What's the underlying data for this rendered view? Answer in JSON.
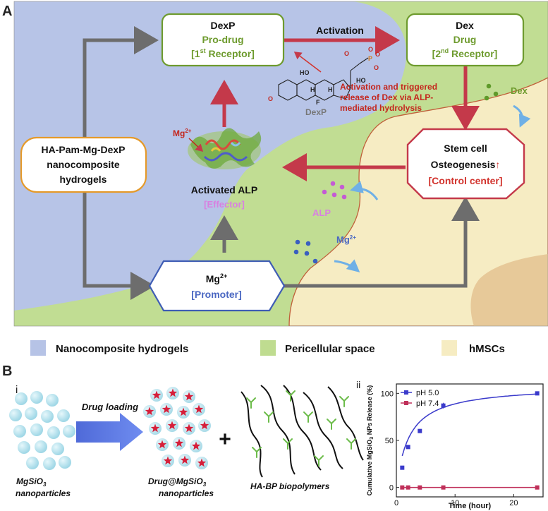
{
  "panelA": {
    "label": "A",
    "dexp_box": {
      "title": "DexP",
      "subtitle": "Pro-drug",
      "role_pre": "[1",
      "role_sup": "st",
      "role_post": " Receptor]"
    },
    "dex_box": {
      "title": "Dex",
      "subtitle": "Drug",
      "role_pre": "[2",
      "role_sup": "nd",
      "role_post": " Receptor]"
    },
    "activation_label": "Activation",
    "hydrogel_box": {
      "line1": "HA-Pam-Mg-DexP",
      "line2": "nanocomposite",
      "line3": "hydrogels"
    },
    "stem_box": {
      "line1": "Stem cell",
      "line2": "Osteogenesis",
      "arrow_glyph": "↑",
      "line3": "[Control center]"
    },
    "mg_box": {
      "title": "Mg",
      "title_sup": "2+",
      "role": "[Promoter]"
    },
    "activated_alp": "Activated ALP",
    "effector": "[Effector]",
    "mg_label_top": "Mg",
    "mg_label_top_sup": "2+",
    "mg_label_right": "Mg",
    "mg_label_right_sup": "2+",
    "alp_label": "ALP",
    "dex_label": "Dex",
    "dexp_mol_label": "DexP",
    "annotation": [
      "Activation and triggered",
      "release of Dex via ALP-",
      "mediated hydrolysis"
    ],
    "molecule_atoms": [
      "HO",
      "HO",
      "O",
      "O",
      "P",
      "O",
      "O",
      "O",
      "F",
      "H",
      "H"
    ]
  },
  "legend": [
    {
      "label": "Nanocomposite hydrogels",
      "color": "#b6c3e6"
    },
    {
      "label": "Pericellular space",
      "color": "#bfdc90"
    },
    {
      "label": "hMSCs",
      "color": "#f6ecc2"
    }
  ],
  "panelB": {
    "label": "B",
    "sub_i": "i",
    "sub_ii": "ii",
    "drug_loading": "Drug loading",
    "mgsio3_caption": [
      "MgSiO",
      "3",
      "nanoparticles"
    ],
    "drug_caption": [
      "Drug@MgSiO",
      "3",
      "nanoparticles"
    ],
    "plus": "+",
    "habp_caption": "HA-BP biopolymers"
  },
  "chart_data": {
    "type": "line",
    "ylabel_pre": "Cumulative MgSiO",
    "ylabel_sub": "3",
    "ylabel_post": " NPs Release (%)",
    "xlabel": "Time (hour)",
    "xlim": [
      0,
      25
    ],
    "ylim": [
      -10,
      110
    ],
    "xticks": [
      0,
      10,
      20
    ],
    "yticks": [
      0,
      50,
      100
    ],
    "grid": false,
    "legend_position": "top-left",
    "series": [
      {
        "name": "pH 5.0",
        "color": "#3a3acb",
        "marker": "square",
        "x": [
          1,
          2,
          4,
          8,
          24
        ],
        "y": [
          21,
          43,
          60,
          87,
          100
        ],
        "error": [
          2,
          2,
          2,
          3,
          1
        ]
      },
      {
        "name": "pH 7.4",
        "color": "#c0305a",
        "marker": "square",
        "x": [
          1,
          2,
          4,
          8,
          24
        ],
        "y": [
          0,
          0,
          0,
          0,
          0
        ],
        "error": [
          0,
          0,
          0,
          0,
          0
        ]
      }
    ]
  }
}
